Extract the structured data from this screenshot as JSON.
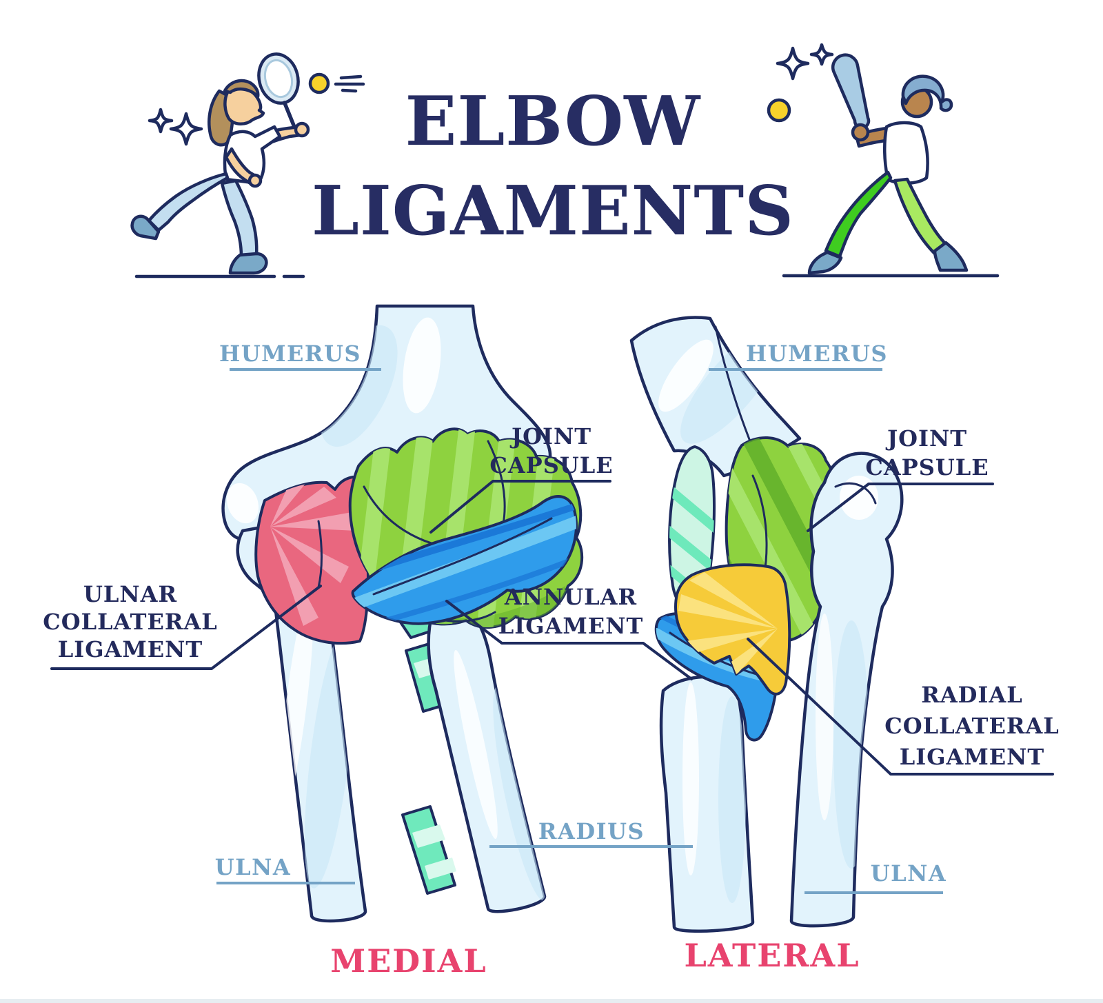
{
  "image_title": {
    "line1": "ELBOW",
    "line2": "LIGAMENTS"
  },
  "decorations": {
    "left_figure": "tennis-player",
    "right_figure": "baseball-player"
  },
  "medial_view": {
    "view_label": "MEDIAL",
    "bone_labels": {
      "humerus": "HUMERUS",
      "ulna": "ULNA",
      "radius": "RADIUS"
    },
    "ligament_labels": {
      "ulnar_collateral": {
        "lines": [
          "ULNAR",
          "COLLATERAL",
          "LIGAMENT"
        ]
      },
      "joint_capsule": {
        "lines": [
          "JOINT",
          "CAPSULE"
        ]
      },
      "annular": {
        "lines": [
          "ANNULAR",
          "LIGAMENT"
        ]
      }
    }
  },
  "lateral_view": {
    "view_label": "LATERAL",
    "bone_labels": {
      "humerus": "HUMERUS",
      "ulna": "ULNA"
    },
    "ligament_labels": {
      "joint_capsule": {
        "lines": [
          "JOINT",
          "CAPSULE"
        ]
      },
      "radial_collateral": {
        "lines": [
          "RADIAL",
          "COLLATERAL",
          "LIGAMENT"
        ]
      }
    }
  },
  "colors": {
    "outline_navy": "#1e2b5e",
    "title_navy": "#272d63",
    "label_navy": "#232a5c",
    "bone_label_blue": "#74a3c6",
    "view_label_pink": "#e8436e",
    "bone_fill": "#e2f3fc",
    "ulnar_collateral_pink": "#e9677f",
    "joint_capsule_green": "#8ed23f",
    "annular_ligament_blue": "#2f9ceb",
    "radial_collateral_yellow": "#f6cb39",
    "membrane_mint": "#6fe9bc",
    "ball_yellow": "#f8d22b"
  }
}
